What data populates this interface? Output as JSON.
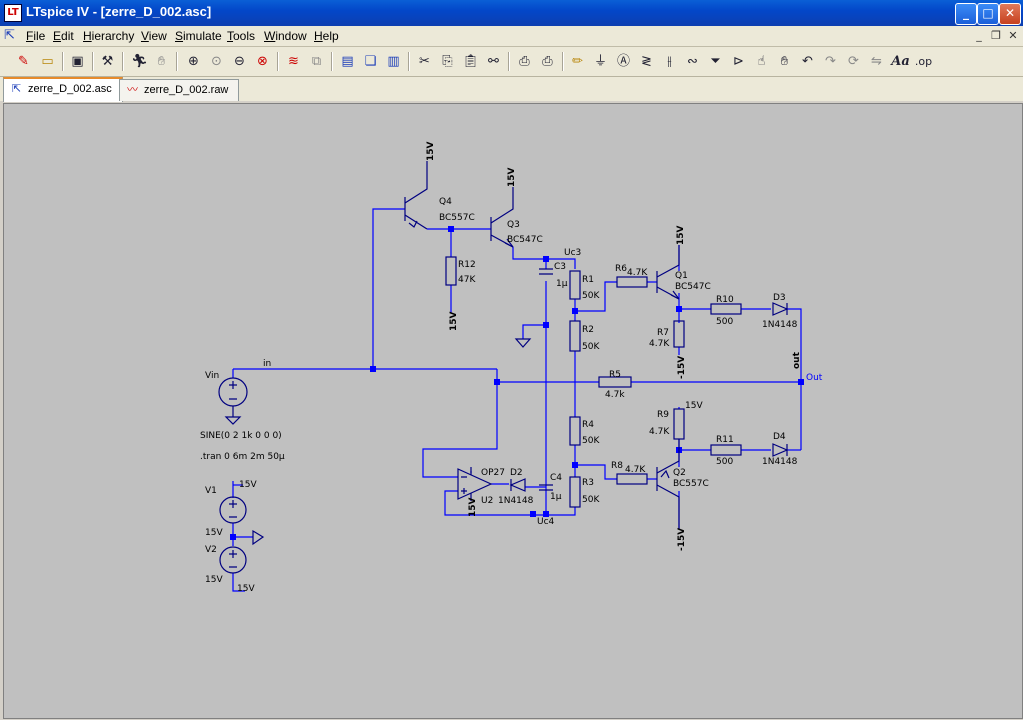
{
  "window": {
    "app_icon": "ltspice-logo-icon",
    "title": "LTspice IV - [zerre_D_002.asc]",
    "buttons": {
      "minimize": "_",
      "maximize": "□",
      "close": "✕"
    }
  },
  "menu": {
    "items": [
      {
        "label": "File",
        "u": "F",
        "rest": "ile"
      },
      {
        "label": "Edit",
        "u": "E",
        "rest": "dit"
      },
      {
        "label": "Hierarchy",
        "u": "H",
        "rest": "ierarchy"
      },
      {
        "label": "View",
        "u": "V",
        "rest": "iew"
      },
      {
        "label": "Simulate",
        "u": "S",
        "rest": "imulate"
      },
      {
        "label": "Tools",
        "u": "T",
        "rest": "ools"
      },
      {
        "label": "Window",
        "u": "W",
        "rest": "indow"
      },
      {
        "label": "Help",
        "u": "H",
        "rest": "elp"
      }
    ]
  },
  "toolbar": {
    "icons": [
      "new-schematic-icon",
      "open-icon",
      "save-icon",
      "control-panel-icon",
      "run-icon",
      "halt-icon",
      "zoom-in-icon",
      "pan-icon",
      "zoom-out-icon",
      "zoom-fit-icon",
      "autorange-icon",
      "zoom-back-icon",
      "tile-horizontal-icon",
      "cascade-icon",
      "tile-vertical-icon",
      "cut-icon",
      "copy-icon",
      "paste-icon",
      "find-icon",
      "print-setup-icon",
      "print-icon",
      "draw-wire-icon",
      "ground-icon",
      "label-net-icon",
      "resistor-icon",
      "capacitor-icon",
      "inductor-icon",
      "diode-icon",
      "component-icon",
      "move-icon",
      "drag-icon",
      "undo-icon",
      "redo-icon",
      "rotate-icon",
      "mirror-icon",
      "text-icon",
      "spice-directive-icon"
    ],
    "text_icon": "Aa",
    "directive_icon": ".op"
  },
  "tabs": [
    {
      "label": "zerre_D_002.asc",
      "icon": "schematic-icon",
      "active": true
    },
    {
      "label": "zerre_D_002.raw",
      "icon": "waveform-icon",
      "active": false
    }
  ],
  "schematic": {
    "components": {
      "Q1": {
        "name": "Q1",
        "model": "BC547C"
      },
      "Q2": {
        "name": "Q2",
        "model": "BC557C"
      },
      "Q3": {
        "name": "Q3",
        "model": "BC547C"
      },
      "Q4": {
        "name": "Q4",
        "model": "BC557C"
      },
      "R1": {
        "name": "R1",
        "value": "50K"
      },
      "R2": {
        "name": "R2",
        "value": "50K"
      },
      "R3": {
        "name": "R3",
        "value": "50K"
      },
      "R4": {
        "name": "R4",
        "value": "50K"
      },
      "R5": {
        "name": "R5",
        "value": "4.7k"
      },
      "R6": {
        "name": "R6",
        "value": "4.7K"
      },
      "R7": {
        "name": "R7",
        "value": "4.7K"
      },
      "R8": {
        "name": "R8",
        "value": "4.7K"
      },
      "R9": {
        "name": "R9",
        "value": "4.7K"
      },
      "R10": {
        "name": "R10",
        "value": "500"
      },
      "R11": {
        "name": "R11",
        "value": "500"
      },
      "R12": {
        "name": "R12",
        "value": "47K"
      },
      "C3": {
        "name": "C3",
        "value": "1µ"
      },
      "C4": {
        "name": "C4",
        "value": "1µ"
      },
      "D2": {
        "name": "D2",
        "model": "1N4148"
      },
      "D3": {
        "name": "D3",
        "model": "1N4148"
      },
      "D4": {
        "name": "D4",
        "model": "1N4148"
      },
      "U2": {
        "name": "U2",
        "model": "OP27"
      },
      "Vin": {
        "name": "Vin",
        "value": "SINE(0 2 1k 0 0 0)"
      },
      "V1": {
        "name": "V1",
        "value": "15V"
      },
      "V2": {
        "name": "V2",
        "value": "15V"
      }
    },
    "nets": {
      "in": "in",
      "out": "out",
      "Out": "Out",
      "Uc3": "Uc3",
      "Uc4": "Uc4",
      "p15": "15V",
      "m15": "-15V",
      "m15_lower": "15V"
    },
    "directive": ".tran 0 6m 2m 50µ",
    "colors": {
      "wire": "#0000ff",
      "component": "#000080",
      "text": "#000000",
      "background": "#c0c0c0"
    }
  }
}
